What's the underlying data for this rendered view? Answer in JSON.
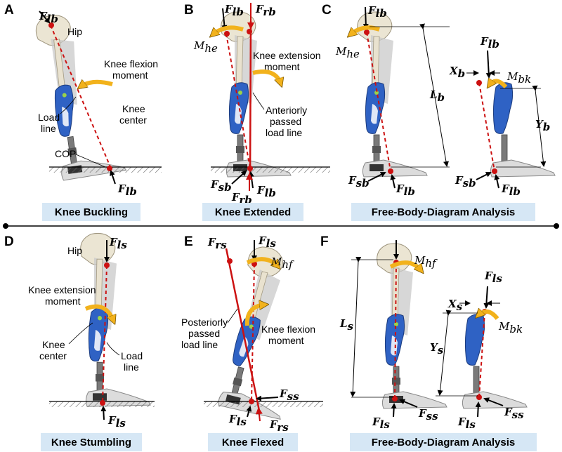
{
  "panels": [
    {
      "label": "A",
      "caption": "Knee Buckling"
    },
    {
      "label": "B",
      "caption": "Knee Extended"
    },
    {
      "label": "C",
      "caption": "Free-Body-Diagram Analysis"
    },
    {
      "label": "D",
      "caption": "Knee Stumbling"
    },
    {
      "label": "E",
      "caption": "Knee Flexed"
    },
    {
      "label": "F",
      "caption": "Free-Body-Diagram Analysis"
    }
  ],
  "annotations": {
    "hip": "Hip",
    "knee_flexion_moment": [
      "Knee flexion",
      "moment"
    ],
    "knee_extension_moment": [
      "Knee extension",
      "moment"
    ],
    "load_line": [
      "Load",
      "line"
    ],
    "knee_center": [
      "Knee",
      "center"
    ],
    "cop": "COP",
    "anteriorly_passed": [
      "Anteriorly",
      "passed",
      "load line"
    ],
    "posteriorly_passed": [
      "Posteriorly",
      "passed",
      "load line"
    ],
    "knee_flexion_moment_e": [
      "Knee flexion",
      "moment"
    ]
  },
  "symbols": {
    "F_lb": "F",
    "lb": "lb",
    "F_rb": "F",
    "rb": "rb",
    "F_sb": "F",
    "sb": "sb",
    "M_he": "M",
    "he": "he",
    "M_bk": "M",
    "bk": "bk",
    "L_b": "L",
    "b": "b",
    "X_b": "X",
    "Y_b": "Y",
    "F_ls": "F",
    "ls": "ls",
    "F_rs": "F",
    "rs": "rs",
    "F_ss": "F",
    "ss": "ss",
    "M_hf": "M",
    "hf": "hf",
    "L_s": "L",
    "s": "s",
    "X_s": "X",
    "Y_s": "Y"
  },
  "colors": {
    "load_line": "#cc1111",
    "moment_arrow": "#f2b21c",
    "socket": "#2f62c4",
    "bone": "#e9e2cf",
    "limb_shadow": "#c8c8c8",
    "caption_box": "#d6e7f5",
    "ground_hatch": "#555555"
  }
}
